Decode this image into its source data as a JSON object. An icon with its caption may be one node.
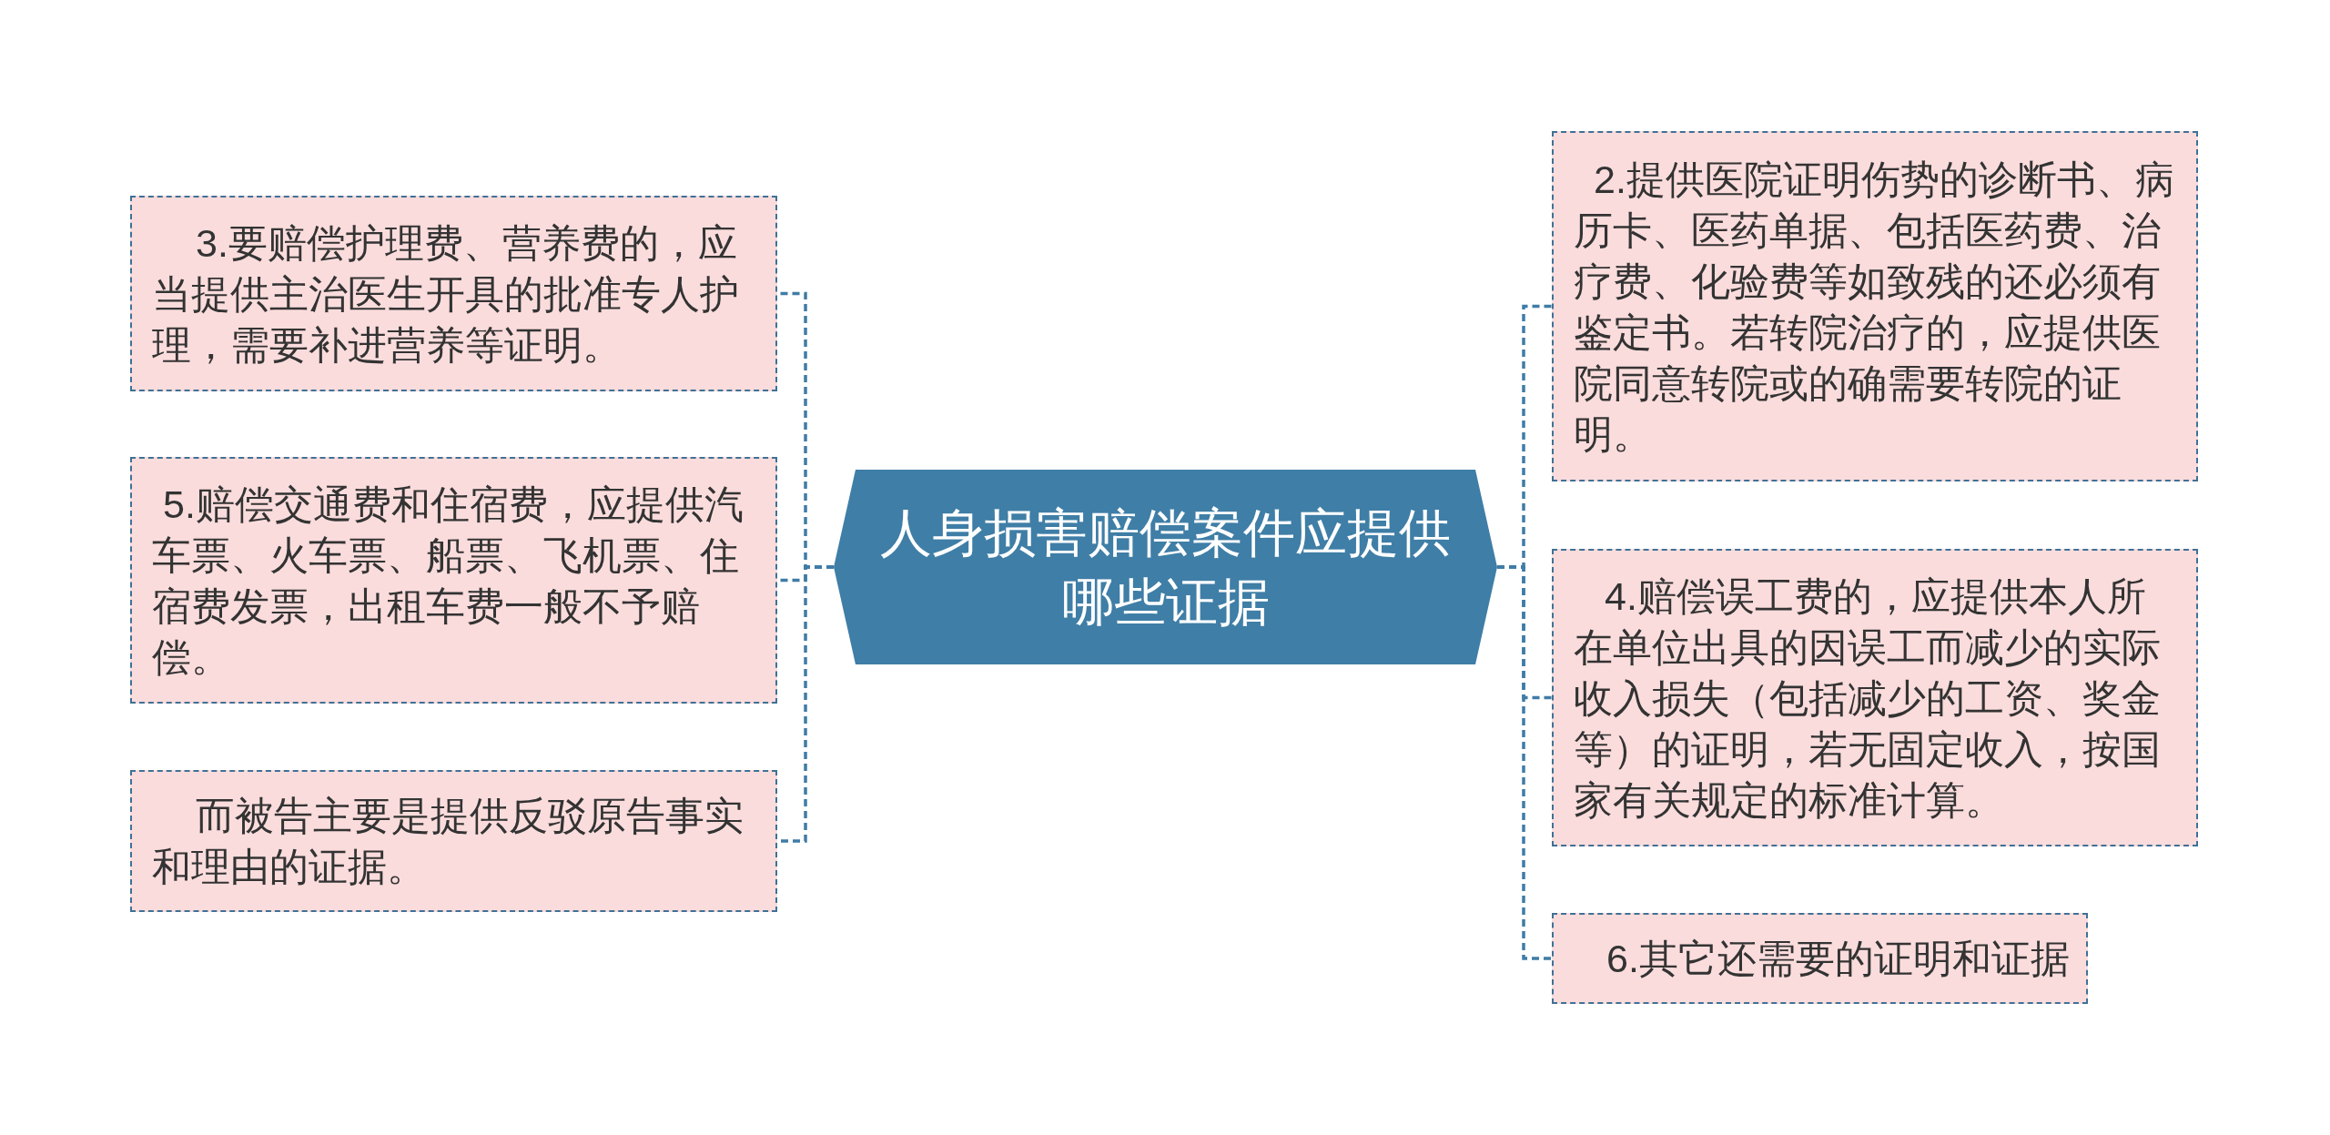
{
  "diagram": {
    "nodes": [
      {
        "text": [
          "人身损害赔偿案件应提供哪些证据"
        ]
      },
      {
        "text": [
          "3.要赔偿护理费、营养费的，应当提供主治医生开具的批准专人护理，需要补进营养等证明。"
        ]
      },
      {
        "text": [
          "5.赔偿交通费和住宿费，应提供汽车票、火车票、船票、飞机票、住宿费发票，出租车费一般不予赔偿。"
        ]
      },
      {
        "text": [
          "而被告主要是提供反驳原告事实和理由的证据。"
        ]
      },
      {
        "text": [
          "2.提供医院证明伤势的诊断书、病历卡、医药单据、包括医药费、治疗费、化验费等如致残的还必须有鉴定书。若转院治疗的，应提供医院同意转院或的确需要转院的证明。"
        ]
      },
      {
        "text": [
          "4.赔偿误工费的，应提供本人所在单位出具的因误工而减少的实际收入损失（包括减少的工资、奖金等）的证明，若无固定收入，按国家有关规定的标准计算。"
        ]
      },
      {
        "text": [
          "6.其它还需要的证明和证据"
        ]
      }
    ],
    "edges": [
      {
        "from": 0,
        "to": 1,
        "arrow": "none",
        "style": "dashed"
      },
      {
        "from": 0,
        "to": 2,
        "arrow": "none",
        "style": "dashed"
      },
      {
        "from": 0,
        "to": 3,
        "arrow": "none",
        "style": "dashed"
      },
      {
        "from": 0,
        "to": 4,
        "arrow": "none",
        "style": "dashed"
      },
      {
        "from": 0,
        "to": 5,
        "arrow": "none",
        "style": "dashed"
      },
      {
        "from": 0,
        "to": 6,
        "arrow": "none",
        "style": "dashed"
      }
    ]
  }
}
